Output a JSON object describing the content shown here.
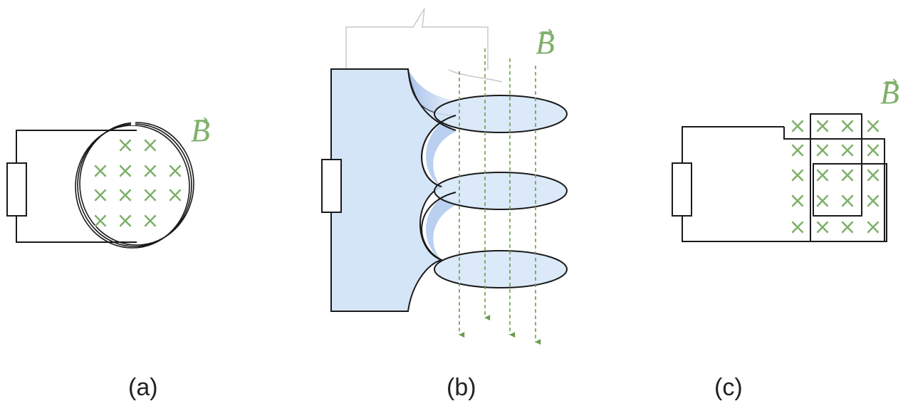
{
  "colors": {
    "field": "#7fb069",
    "wire": "#1a1a1a",
    "fill": "#d5e5f8",
    "fill_dark": "#a9c4ec",
    "arrow_line": "#6a9e4c"
  },
  "panels": [
    {
      "id": "a",
      "caption": "(a)",
      "field_label": "B",
      "field_direction": "into-page"
    },
    {
      "id": "b",
      "caption": "(b)",
      "field_label": "B",
      "field_direction": "downward"
    },
    {
      "id": "c",
      "caption": "(c)",
      "field_label": "B",
      "field_direction": "into-page"
    }
  ],
  "cross_symbol": "×"
}
